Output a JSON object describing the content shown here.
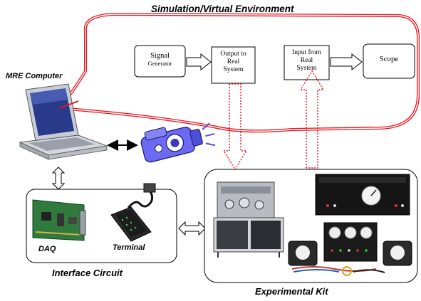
{
  "title": "Simulation/Virtual Environment",
  "computer_label": "MRE Computer",
  "blocks": {
    "signal_generator": [
      "Signal",
      "Generator"
    ],
    "output_to_real": [
      "Output to",
      "Real",
      "System"
    ],
    "input_from_real": [
      "Input from",
      "Real",
      "System"
    ],
    "scope": "Scope"
  },
  "interface": {
    "daq_label": "DAQ",
    "terminal_label": "Terminal",
    "caption": "Interface Circuit"
  },
  "experimental_kit_label": "Experimental Kit",
  "colors": {
    "cloud_border": "#e8141c",
    "dashed_arrow": "#e8141c",
    "camera": "#5a5ae6",
    "block_border": "#000000"
  },
  "icons": [
    "laptop-icon",
    "video-camera-icon",
    "daq-card-icon",
    "terminal-block-icon",
    "lab-equipment-icon"
  ]
}
